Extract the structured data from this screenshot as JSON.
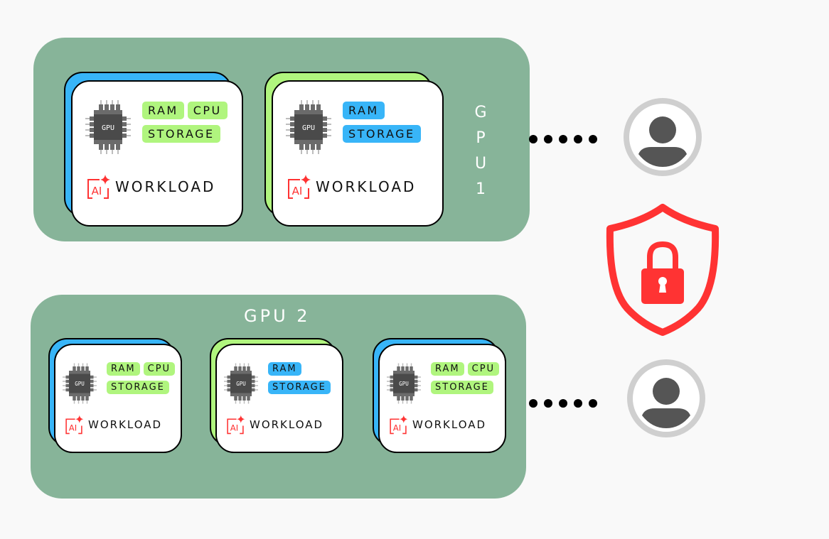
{
  "colors": {
    "group_bg": "#87b499",
    "page_bg": "#f9f9f9",
    "tag_green": "#b0f57e",
    "tag_blue": "#38b5f8",
    "accent_red": "#ff3333",
    "user_ring": "#cfcfcf",
    "user_fill": "#555555"
  },
  "groups": [
    {
      "label": "GPU 1",
      "label_chars": [
        "G",
        "P",
        "U",
        "1"
      ],
      "cards": [
        {
          "back_color": "blue",
          "chip_label": "GPU",
          "tag_color": "green",
          "tags_row1": [
            "RAM",
            "CPU"
          ],
          "tags_row2": [
            "STORAGE"
          ],
          "ai_label": "AI",
          "workload_label": "WORKLOAD"
        },
        {
          "back_color": "green",
          "chip_label": "GPU",
          "tag_color": "blue",
          "tags_row1": [
            "RAM"
          ],
          "tags_row2": [
            "STORAGE"
          ],
          "ai_label": "AI",
          "workload_label": "WORKLOAD"
        }
      ]
    },
    {
      "label": "GPU 2",
      "cards": [
        {
          "back_color": "blue",
          "chip_label": "GPU",
          "tag_color": "green",
          "tags_row1": [
            "RAM",
            "CPU"
          ],
          "tags_row2": [
            "STORAGE"
          ],
          "ai_label": "AI",
          "workload_label": "WORKLOAD"
        },
        {
          "back_color": "green",
          "chip_label": "GPU",
          "tag_color": "blue",
          "tags_row1": [
            "RAM"
          ],
          "tags_row2": [
            "STORAGE"
          ],
          "ai_label": "AI",
          "workload_label": "WORKLOAD"
        },
        {
          "back_color": "blue",
          "chip_label": "GPU",
          "tag_color": "green",
          "tags_row1": [
            "RAM",
            "CPU"
          ],
          "tags_row2": [
            "STORAGE"
          ],
          "ai_label": "AI",
          "workload_label": "WORKLOAD"
        }
      ]
    }
  ],
  "connectors": [
    {
      "from": "GPU 1",
      "to": "user-1",
      "dots": 5
    },
    {
      "from": "GPU 2",
      "to": "user-2",
      "dots": 5
    }
  ],
  "icons": {
    "user": "user-avatar-icon",
    "shield": "shield-lock-icon",
    "chip": "gpu-chip-icon",
    "ai": "ai-sparkle-icon"
  }
}
